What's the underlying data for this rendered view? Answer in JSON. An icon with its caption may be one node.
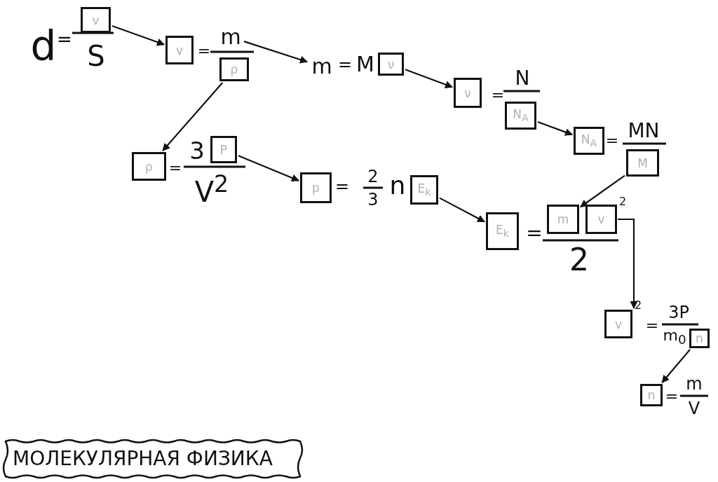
{
  "diagram": {
    "title": "МОЛЕКУЛЯРНАЯ ФИЗИКА",
    "nodes": [
      {
        "text": [
          "v"
        ]
      },
      {
        "text": [
          "v"
        ]
      },
      {
        "text": [
          "m"
        ]
      },
      {
        "text": [
          "ρ"
        ]
      },
      {
        "text": [
          "m"
        ]
      },
      {
        "text": [
          "ν"
        ]
      },
      {
        "text": [
          "ν"
        ]
      },
      {
        "text": [
          "N$_{A}$"
        ]
      },
      {
        "text": [
          "N$_{A}$"
        ]
      },
      {
        "text": [
          "M"
        ]
      },
      {
        "text": [
          "ρ"
        ]
      },
      {
        "text": [
          "P"
        ]
      },
      {
        "text": [
          "p"
        ]
      },
      {
        "text": [
          "E$_{k}$"
        ]
      },
      {
        "text": [
          "E$_{k}$"
        ]
      },
      {
        "text": [
          "m"
        ]
      },
      {
        "text": [
          "v"
        ]
      },
      {
        "text": [
          "v"
        ]
      },
      {
        "text": [
          "n"
        ]
      },
      {
        "text": [
          "n"
        ]
      }
    ],
    "edges": [
      {
        "from": 0,
        "to": 1,
        "arrow": "to"
      },
      {
        "from": 2,
        "to": 4,
        "arrow": "to"
      },
      {
        "from": 3,
        "to": 10,
        "arrow": "to"
      },
      {
        "from": 5,
        "to": 6,
        "arrow": "to"
      },
      {
        "from": 7,
        "to": 8,
        "arrow": "to"
      },
      {
        "from": 9,
        "to": 15,
        "arrow": "to"
      },
      {
        "from": 11,
        "to": 12,
        "arrow": "to"
      },
      {
        "from": 13,
        "to": 14,
        "arrow": "to"
      },
      {
        "from": 16,
        "to": 17,
        "arrow": "to"
      },
      {
        "from": 18,
        "to": 19,
        "arrow": "to"
      }
    ],
    "labels": [
      "d",
      "=",
      "S",
      "=",
      "=",
      "M",
      "=",
      "N",
      "=",
      "MN",
      "=",
      "3",
      "V$^{2}$",
      "=",
      "2",
      "3",
      "n",
      "=",
      "2",
      "2",
      "2",
      "=",
      "3P",
      "m$_{0}$",
      "=",
      "m",
      "V"
    ]
  }
}
